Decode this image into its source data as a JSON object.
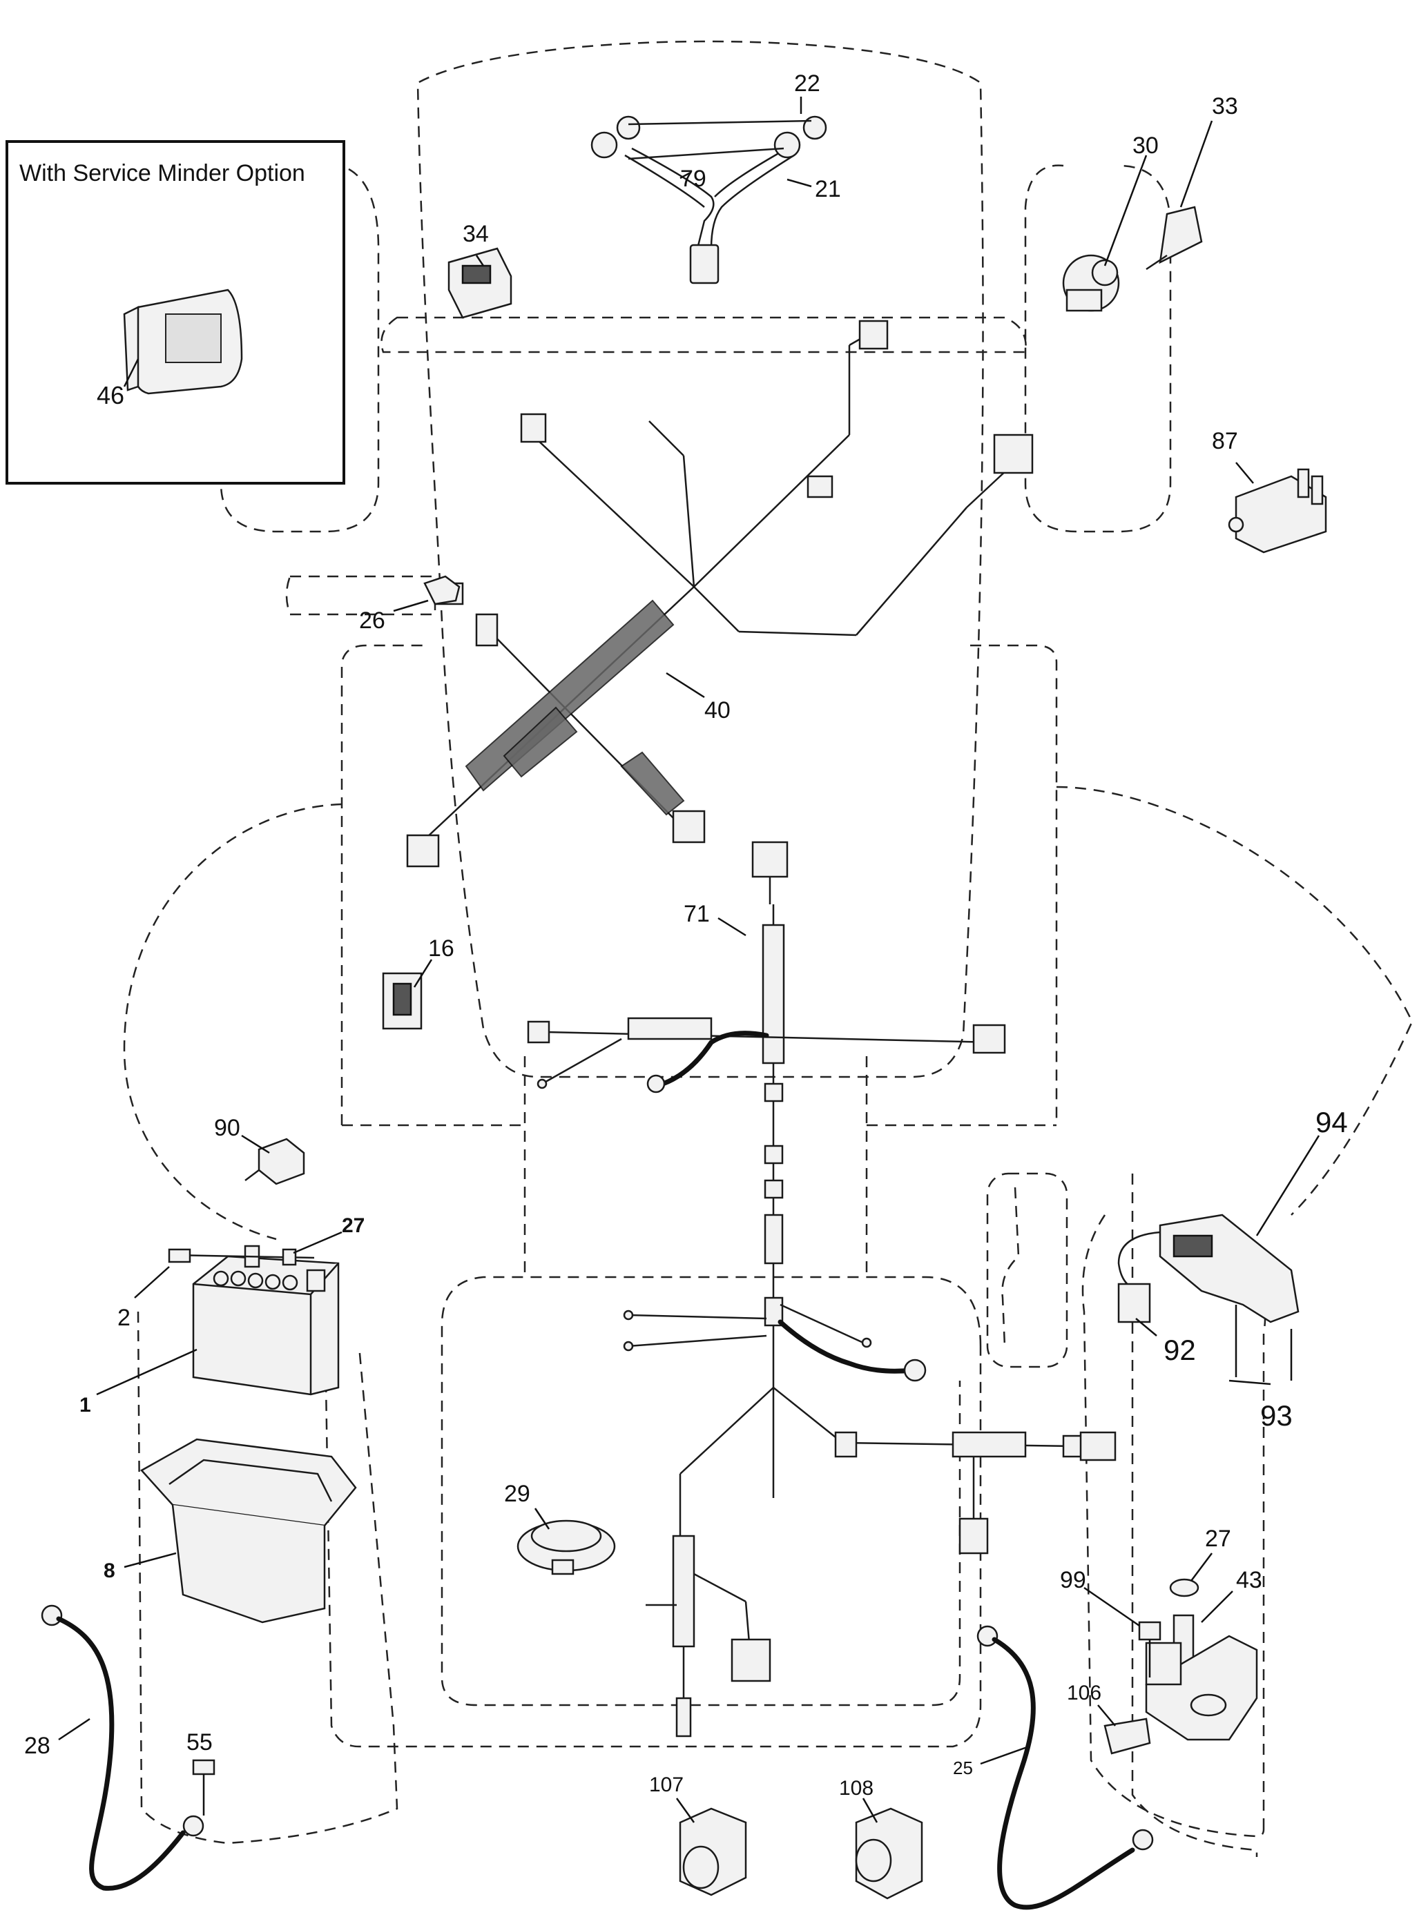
{
  "inset": {
    "title": "With Service Minder Option",
    "part_label": "46"
  },
  "callouts": [
    {
      "id": "c22",
      "text": "22",
      "bold": false
    },
    {
      "id": "c79",
      "text": "79",
      "bold": false
    },
    {
      "id": "c21",
      "text": "21",
      "bold": false
    },
    {
      "id": "c34",
      "text": "34",
      "bold": false
    },
    {
      "id": "c30",
      "text": "30",
      "bold": false
    },
    {
      "id": "c33",
      "text": "33",
      "bold": false
    },
    {
      "id": "c87",
      "text": "87",
      "bold": false
    },
    {
      "id": "c26",
      "text": "26",
      "bold": false
    },
    {
      "id": "c40",
      "text": "40",
      "bold": false
    },
    {
      "id": "c71",
      "text": "71",
      "bold": false
    },
    {
      "id": "c16",
      "text": "16",
      "bold": false
    },
    {
      "id": "c90",
      "text": "90",
      "bold": false
    },
    {
      "id": "c94",
      "text": "94",
      "bold": false
    },
    {
      "id": "c27a",
      "text": "27",
      "bold": true
    },
    {
      "id": "c2",
      "text": "2",
      "bold": false
    },
    {
      "id": "c1",
      "text": "1",
      "bold": true
    },
    {
      "id": "c92",
      "text": "92",
      "bold": false
    },
    {
      "id": "c93",
      "text": "93",
      "bold": false
    },
    {
      "id": "c29",
      "text": "29",
      "bold": false
    },
    {
      "id": "c27b",
      "text": "27",
      "bold": false
    },
    {
      "id": "c43",
      "text": "43",
      "bold": false
    },
    {
      "id": "c99",
      "text": "99",
      "bold": false
    },
    {
      "id": "c8",
      "text": "8",
      "bold": true
    },
    {
      "id": "c55",
      "text": "55",
      "bold": false
    },
    {
      "id": "c28",
      "text": "28",
      "bold": false
    },
    {
      "id": "c106",
      "text": "106",
      "bold": false
    },
    {
      "id": "c25",
      "text": "25",
      "bold": false
    },
    {
      "id": "c107",
      "text": "107",
      "bold": false
    },
    {
      "id": "c108",
      "text": "108",
      "bold": false
    }
  ]
}
